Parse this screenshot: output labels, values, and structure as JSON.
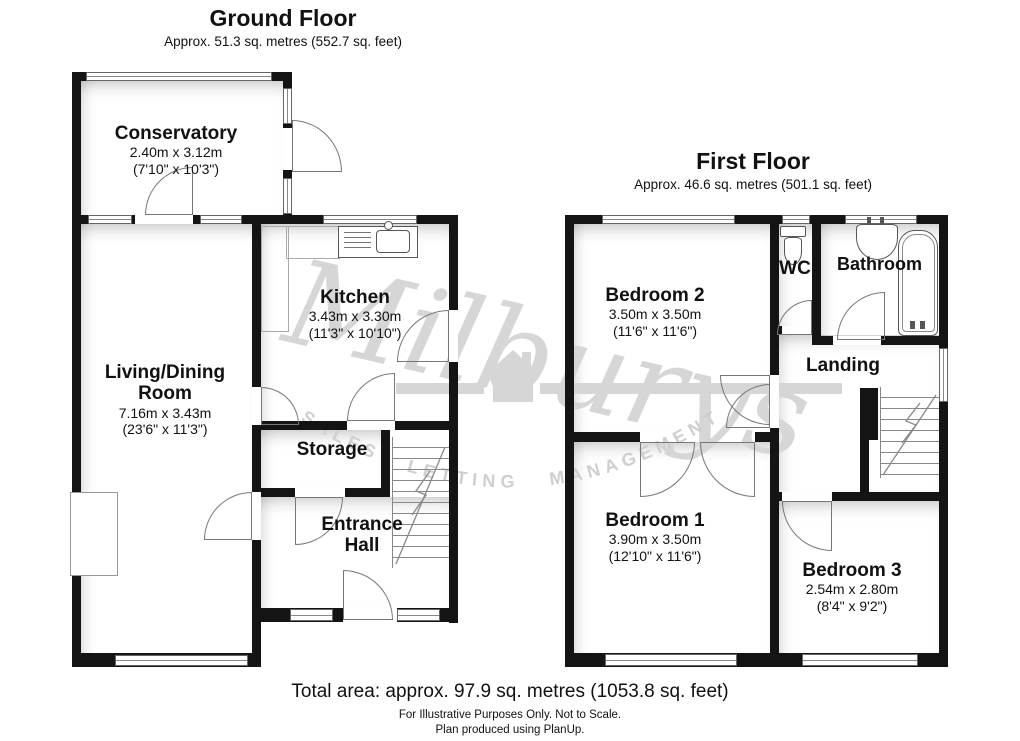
{
  "ground_floor": {
    "title": "Ground Floor",
    "subtitle": "Approx. 51.3 sq. metres (552.7 sq. feet)",
    "rooms": {
      "conservatory": {
        "name": "Conservatory",
        "metric": "2.40m x 3.12m",
        "imperial": "(7'10\" x 10'3\")"
      },
      "kitchen": {
        "name": "Kitchen",
        "metric": "3.43m x 3.30m",
        "imperial": "(11'3\" x 10'10\")"
      },
      "living": {
        "name": "Living/Dining Room",
        "metric": "7.16m x 3.43m",
        "imperial": "(23'6\" x 11'3\")"
      },
      "storage": {
        "name": "Storage"
      },
      "hall": {
        "name": "Entrance Hall"
      }
    }
  },
  "first_floor": {
    "title": "First Floor",
    "subtitle": "Approx. 46.6 sq. metres (501.1 sq. feet)",
    "rooms": {
      "bedroom2": {
        "name": "Bedroom 2",
        "metric": "3.50m x 3.50m",
        "imperial": "(11'6\" x 11'6\")"
      },
      "wc": {
        "name": "WC"
      },
      "bathroom": {
        "name": "Bathroom"
      },
      "landing": {
        "name": "Landing"
      },
      "bedroom1": {
        "name": "Bedroom 1",
        "metric": "3.90m x 3.50m",
        "imperial": "(12'10\" x 11'6\")"
      },
      "bedroom3": {
        "name": "Bedroom 3",
        "metric": "2.54m x 2.80m",
        "imperial": "(8'4\" x 9'2\")"
      }
    }
  },
  "footer": {
    "total_area": "Total area: approx. 97.9 sq. metres (1053.8 sq. feet)",
    "disclaimer": "For Illustrative Purposes Only. Not to Scale.",
    "credit": "Plan produced using PlanUp."
  },
  "watermark": {
    "brand": "Milburys",
    "tagline": "SALES LETTING MANAGEMENT",
    "color": "#d6d6d6"
  },
  "colors": {
    "wall": "#141414",
    "door_arc": "#777777",
    "watermark": "#d6d6d6"
  }
}
